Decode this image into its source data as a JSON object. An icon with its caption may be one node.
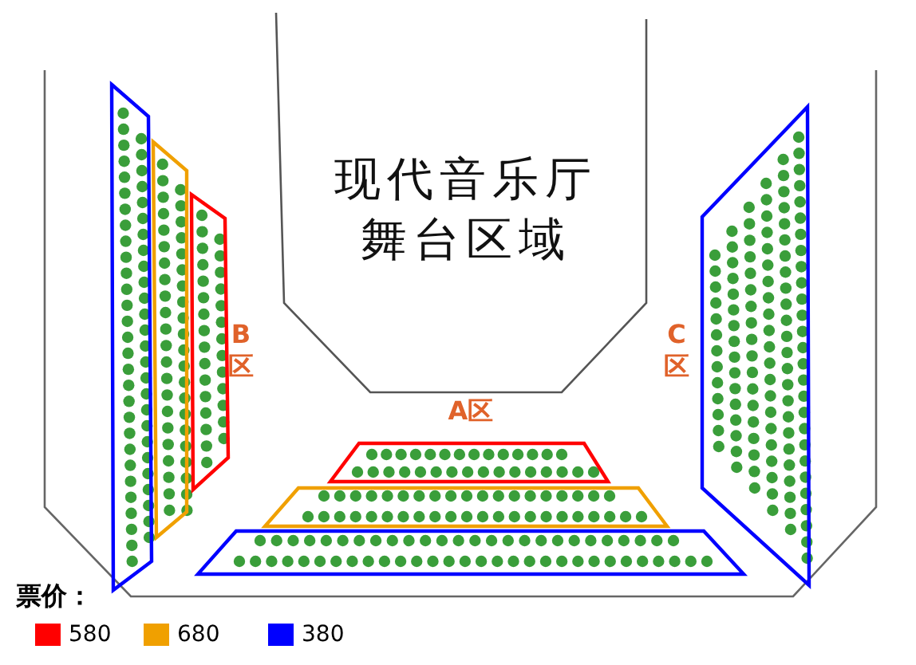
{
  "diagram": {
    "nodes": [
      {
        "text": [
          "现代音乐厅舞台区域"
        ]
      }
    ],
    "edges": [],
    "labels": [
      "B区",
      "C区",
      "A区",
      "票价："
    ],
    "legend": [
      {
        "text": "580",
        "color": "#ff0000"
      },
      {
        "text": "680",
        "color": "#f0a000"
      },
      {
        "text": "380",
        "color": "#0000ff"
      }
    ]
  }
}
